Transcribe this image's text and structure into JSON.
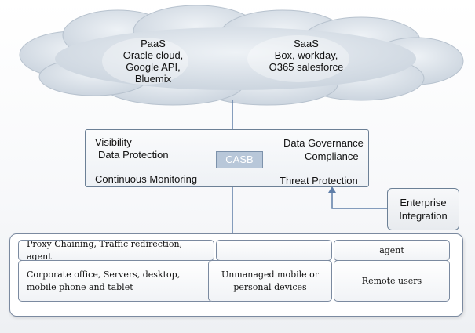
{
  "cloud": {
    "paas": [
      "PaaS",
      "Oracle cloud,",
      "Google API,",
      "Bluemix"
    ],
    "saas": [
      "SaaS",
      "Box, workday,",
      "O365 salesforce"
    ]
  },
  "casb_panel": {
    "visibility": "Visibility",
    "data_protection": "Data Protection",
    "continuous_monitoring": "Continuous Monitoring",
    "data_governance": "Data Governance",
    "compliance": "Compliance",
    "threat_protection": "Threat Protection",
    "casb": "CASB"
  },
  "enterprise": [
    "Enterprise",
    "Integration"
  ],
  "bottom": {
    "proxy": "Proxy Chaining, Traffic redirection, agent",
    "middle_top": "",
    "agent": "agent",
    "corporate": [
      "Corporate office, Servers, desktop,",
      "mobile phone and tablet"
    ],
    "unmanaged": [
      "Unmanaged mobile or",
      "personal devices"
    ],
    "remote": "Remote users"
  },
  "colors": {
    "cloud_fill": "#d3dbe4",
    "border": "#6c8096",
    "connector": "#5f7ea8",
    "casb_chip": "#b8c7d9"
  }
}
